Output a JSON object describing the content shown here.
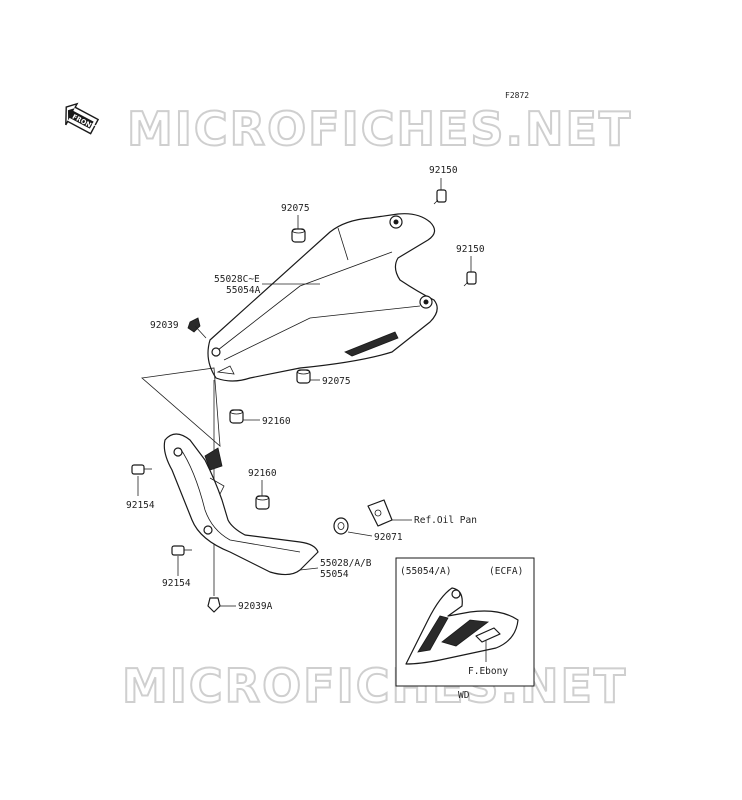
{
  "figure_code": "F2872",
  "front_label": "FRONT",
  "watermark": "MICROFICHES.NET",
  "parts": {
    "bolt_top_right_1": "92150",
    "bolt_top_right_2": "92150",
    "grommet_upper": "92075",
    "cowl_upper": "55028C~E",
    "cowl_upper_alt": "55054A",
    "clip_upper": "92039",
    "grommet_lower": "92075",
    "grommet_mid_1": "92160",
    "bolt_left_1": "92154",
    "grommet_mid_2": "92160",
    "collar": "92071",
    "ref_oil_pan": "Ref.Oil Pan",
    "bolt_left_2": "92154",
    "cowl_lower": "55028/A/B",
    "cowl_lower_alt": "55054",
    "clip_lower": "92039A"
  },
  "inset": {
    "label_left": "(55054/A)",
    "label_right": "(ECFA)",
    "color_label": "F.Ebony",
    "footer": "WD"
  }
}
